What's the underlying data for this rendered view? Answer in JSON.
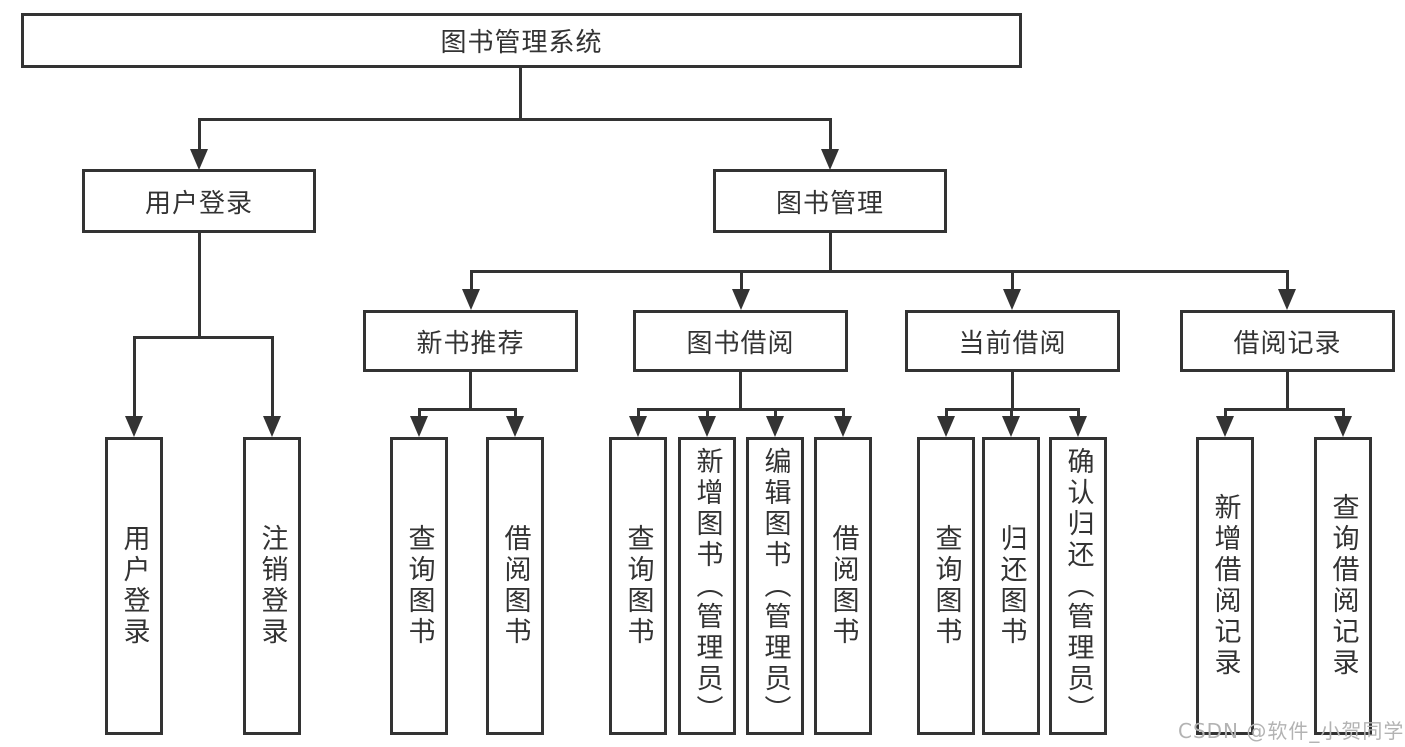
{
  "tree": {
    "root": {
      "label": "图书管理系统",
      "children": [
        {
          "label": "用户登录",
          "children": [
            {
              "label": "用户登录"
            },
            {
              "label": "注销登录"
            }
          ]
        },
        {
          "label": "图书管理",
          "children": [
            {
              "label": "新书推荐",
              "children": [
                {
                  "label": "查询图书"
                },
                {
                  "label": "借阅图书"
                }
              ]
            },
            {
              "label": "图书借阅",
              "children": [
                {
                  "label": "查询图书"
                },
                {
                  "label": "新增图书（管理员）"
                },
                {
                  "label": "编辑图书（管理员）"
                },
                {
                  "label": "借阅图书"
                }
              ]
            },
            {
              "label": "当前借阅",
              "children": [
                {
                  "label": "查询图书"
                },
                {
                  "label": "归还图书"
                },
                {
                  "label": "确认归还（管理员）"
                }
              ]
            },
            {
              "label": "借阅记录",
              "children": [
                {
                  "label": "新增借阅记录"
                },
                {
                  "label": "查询借阅记录"
                }
              ]
            }
          ]
        }
      ]
    }
  },
  "watermark": {
    "text": "CSDN @软件_小贺同学",
    "color": "#b3b3b3"
  },
  "colors": {
    "line": "#333333",
    "text": "#333333",
    "box_fill": "#ffffff",
    "background": "#ffffff"
  }
}
